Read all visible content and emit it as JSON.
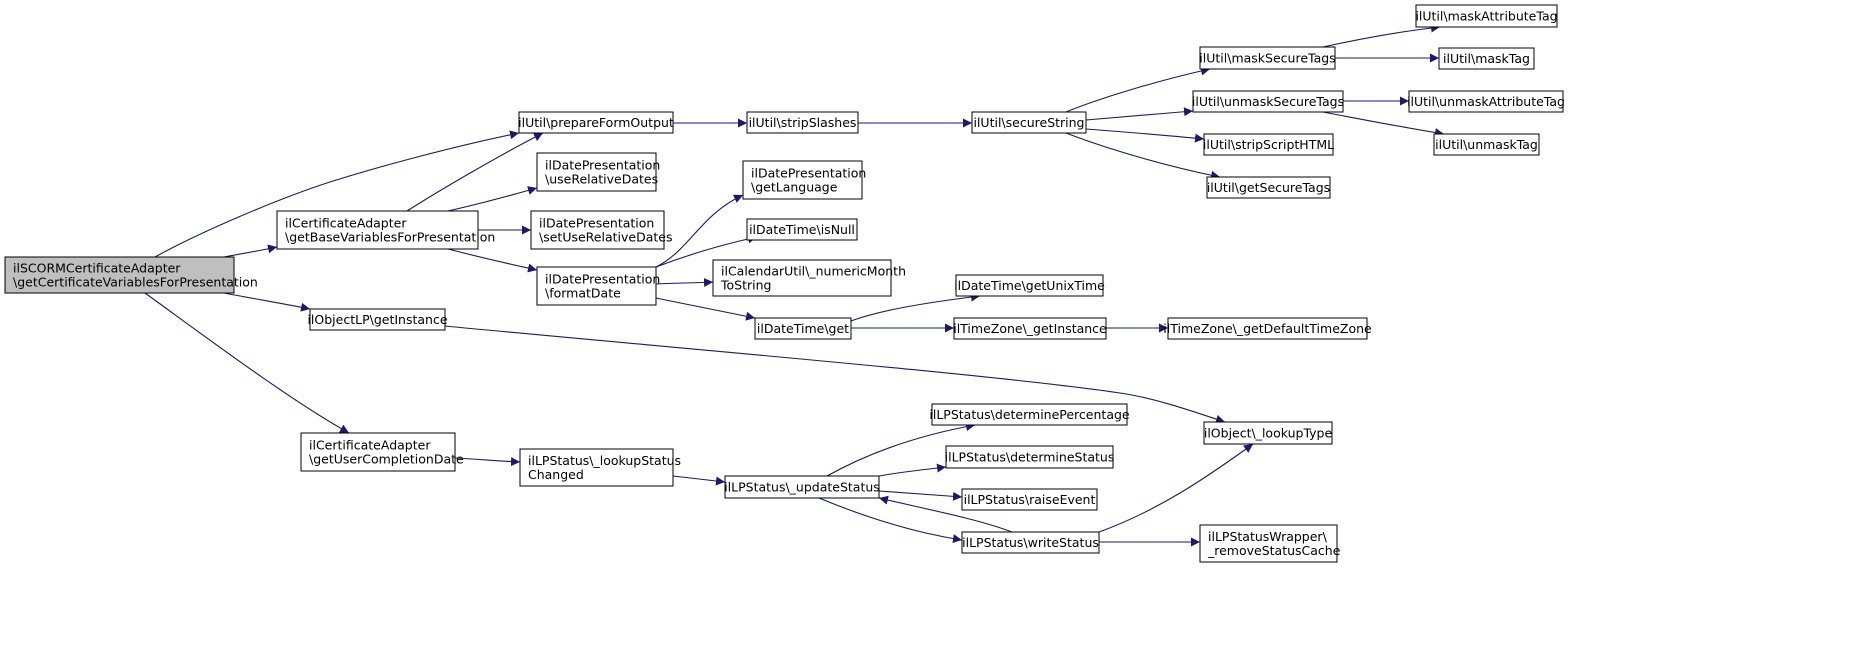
{
  "colors": {
    "edge": "#191970",
    "node_border": "#000000",
    "node_fill": "#ffffff",
    "root_fill": "#bfbfbf"
  },
  "nodes": {
    "root": [
      "ilSCORMCertificateAdapter",
      "\\getCertificateVariablesForPresentation"
    ],
    "getBaseVars": [
      "ilCertificateAdapter",
      "\\getBaseVariablesForPresentation"
    ],
    "getInstance": [
      "ilObjectLP\\getInstance"
    ],
    "getUserCompletion": [
      "ilCertificateAdapter",
      "\\getUserCompletionDate"
    ],
    "prepareFormOutput": [
      "ilUtil\\prepareFormOutput"
    ],
    "useRelativeDates": [
      "ilDatePresentation",
      "\\useRelativeDates"
    ],
    "setUseRelativeDates": [
      "ilDatePresentation",
      "\\setUseRelativeDates"
    ],
    "formatDate": [
      "ilDatePresentation",
      "\\formatDate"
    ],
    "lookupStatusChanged": [
      "ilLPStatus\\_lookupStatus",
      "Changed"
    ],
    "stripSlashes": [
      "ilUtil\\stripSlashes"
    ],
    "getLanguage": [
      "ilDatePresentation",
      "\\getLanguage"
    ],
    "isNull": [
      "ilDateTime\\isNull"
    ],
    "numericMonth": [
      "ilCalendarUtil\\_numericMonth",
      "ToString"
    ],
    "dtGet": [
      "ilDateTime\\get"
    ],
    "updateStatus": [
      "ilLPStatus\\_updateStatus"
    ],
    "secureString": [
      "ilUtil\\secureString"
    ],
    "getUnixTime": [
      "ilDateTime\\getUnixTime"
    ],
    "tzGetInstance": [
      "ilTimeZone\\_getInstance"
    ],
    "determinePercentage": [
      "ilLPStatus\\determinePercentage"
    ],
    "determineStatus": [
      "ilLPStatus\\determineStatus"
    ],
    "raiseEvent": [
      "ilLPStatus\\raiseEvent"
    ],
    "writeStatus": [
      "ilLPStatus\\writeStatus"
    ],
    "maskSecureTags": [
      "ilUtil\\maskSecureTags"
    ],
    "unmaskSecureTags": [
      "ilUtil\\unmaskSecureTags"
    ],
    "stripScriptHTML": [
      "ilUtil\\stripScriptHTML"
    ],
    "getSecureTags": [
      "ilUtil\\getSecureTags"
    ],
    "lookupType": [
      "ilObject\\_lookupType"
    ],
    "removeStatusCache": [
      "ilLPStatusWrapper\\",
      "_removeStatusCache"
    ],
    "getDefaultTimeZone": [
      "ilTimeZone\\_getDefaultTimeZone"
    ],
    "maskAttributeTag": [
      "ilUtil\\maskAttributeTag"
    ],
    "maskTag": [
      "ilUtil\\maskTag"
    ],
    "unmaskAttributeTag": [
      "ilUtil\\unmaskAttributeTag"
    ],
    "unmaskTag": [
      "ilUtil\\unmaskTag"
    ]
  },
  "edges": [
    [
      "root",
      "getBaseVars"
    ],
    [
      "root",
      "prepareFormOutput"
    ],
    [
      "root",
      "getInstance"
    ],
    [
      "root",
      "getUserCompletion"
    ],
    [
      "getBaseVars",
      "prepareFormOutput"
    ],
    [
      "getBaseVars",
      "useRelativeDates"
    ],
    [
      "getBaseVars",
      "setUseRelativeDates"
    ],
    [
      "getBaseVars",
      "formatDate"
    ],
    [
      "getInstance",
      "lookupType"
    ],
    [
      "getUserCompletion",
      "lookupStatusChanged"
    ],
    [
      "prepareFormOutput",
      "stripSlashes"
    ],
    [
      "stripSlashes",
      "secureString"
    ],
    [
      "formatDate",
      "getLanguage"
    ],
    [
      "formatDate",
      "isNull"
    ],
    [
      "formatDate",
      "numericMonth"
    ],
    [
      "formatDate",
      "dtGet"
    ],
    [
      "dtGet",
      "getUnixTime"
    ],
    [
      "dtGet",
      "tzGetInstance"
    ],
    [
      "tzGetInstance",
      "getDefaultTimeZone"
    ],
    [
      "lookupStatusChanged",
      "updateStatus"
    ],
    [
      "updateStatus",
      "determinePercentage"
    ],
    [
      "updateStatus",
      "determineStatus"
    ],
    [
      "updateStatus",
      "raiseEvent"
    ],
    [
      "updateStatus",
      "writeStatus"
    ],
    [
      "writeStatus",
      "updateStatus"
    ],
    [
      "writeStatus",
      "lookupType"
    ],
    [
      "writeStatus",
      "removeStatusCache"
    ],
    [
      "secureString",
      "maskSecureTags"
    ],
    [
      "secureString",
      "unmaskSecureTags"
    ],
    [
      "secureString",
      "stripScriptHTML"
    ],
    [
      "secureString",
      "getSecureTags"
    ],
    [
      "maskSecureTags",
      "maskAttributeTag"
    ],
    [
      "maskSecureTags",
      "maskTag"
    ],
    [
      "unmaskSecureTags",
      "unmaskAttributeTag"
    ],
    [
      "unmaskSecureTags",
      "unmaskTag"
    ]
  ]
}
